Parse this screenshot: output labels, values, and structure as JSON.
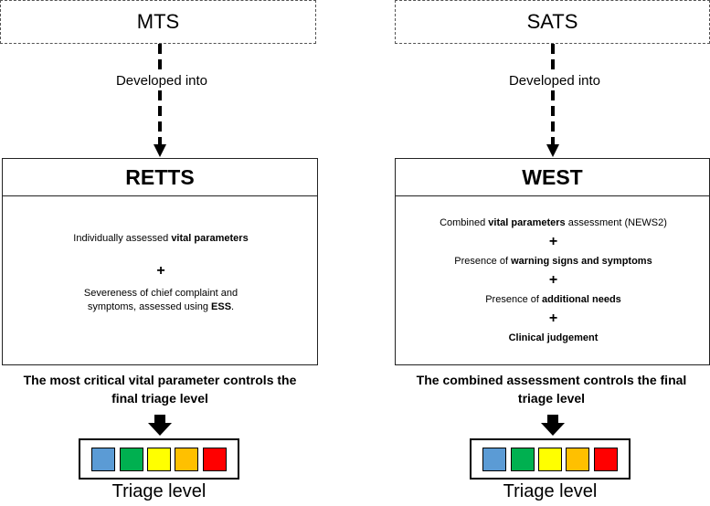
{
  "left": {
    "source": "MTS",
    "developed_label": "Developed into",
    "system": "RETTS",
    "line1_plain": "Individually assessed ",
    "line1_bold": "vital parameters",
    "plus": "+",
    "line2a": "Severeness of chief complaint and",
    "line2b_plain": "symptoms, assessed using ",
    "line2b_bold": "ESS",
    "line2b_end": ".",
    "footer_line1": "The most critical vital parameter controls the",
    "footer_line2": "final triage level",
    "triage_label": "Triage level"
  },
  "right": {
    "source": "SATS",
    "developed_label": "Developed into",
    "system": "WEST",
    "c1_plain": "Combined ",
    "c1_bold": "vital parameters",
    "c1_end": " assessment (NEWS2)",
    "plus": "+",
    "c2_plain": "Presence of ",
    "c2_bold": "warning signs and symptoms",
    "c3_plain": "Presence of ",
    "c3_bold": "additional needs",
    "c4_bold": "Clinical judgement",
    "footer_line1": "The combined assessment controls the final",
    "footer_line2": "triage level",
    "triage_label": "Triage level"
  },
  "triage_colors": [
    "#5b9bd5",
    "#00b050",
    "#ffff00",
    "#ffc000",
    "#ff0000"
  ]
}
